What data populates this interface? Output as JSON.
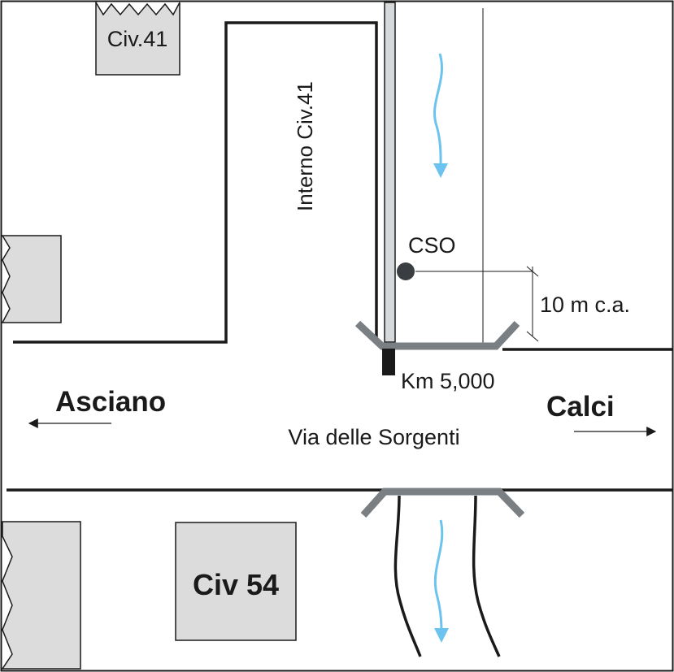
{
  "labels": {
    "civ41": "Civ.41",
    "interno": "Interno Civ.41",
    "cso": "CSO",
    "distance": "10 m c.a.",
    "km": "Km 5,000",
    "asciano": "Asciano",
    "calci": "Calci",
    "street": "Via delle Sorgenti",
    "civ54": "Civ 54"
  },
  "colors": {
    "line": "#1a1a1a",
    "building_fill": "#dcdcdc",
    "bridge_gray": "#7a7f84",
    "water_arrow": "#6cc3ee",
    "channel_fill": "#d6d9dc",
    "cso_dot": "#3a3e42"
  }
}
